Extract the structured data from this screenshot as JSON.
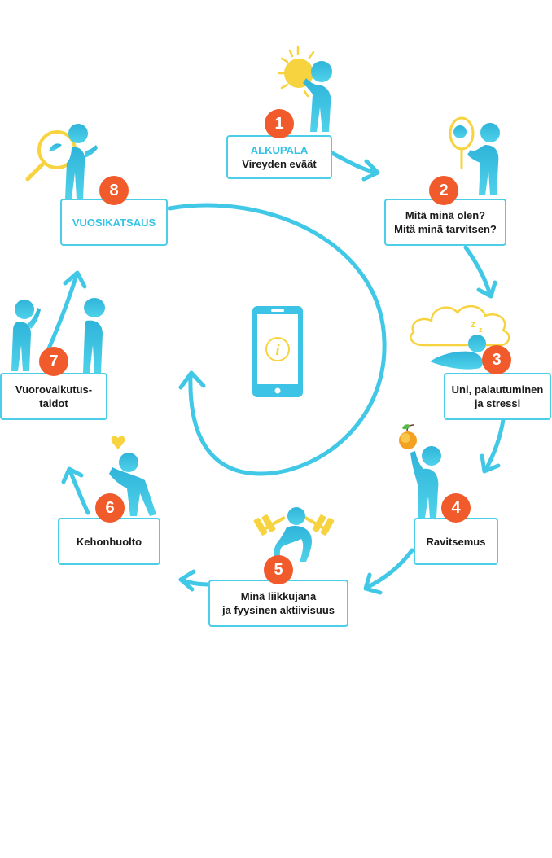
{
  "colors": {
    "accent": "#34c3e5",
    "figure": "#3bbfe0",
    "badge": "#f15a2b",
    "highlight": "#f6d33f",
    "text": "#1a1a1a"
  },
  "center": {
    "icon": "phone-info-icon",
    "glyph": "i"
  },
  "steps": [
    {
      "number": "1",
      "title": "ALKUPALA",
      "lines": [
        "Vireyden eväät"
      ],
      "icon": "sun-person-icon"
    },
    {
      "number": "2",
      "title": "",
      "lines": [
        "Mitä minä olen?",
        "Mitä minä tarvitsen?"
      ],
      "icon": "mirror-person-icon"
    },
    {
      "number": "3",
      "title": "",
      "lines": [
        "Uni, palautuminen",
        "ja stressi"
      ],
      "icon": "sleeping-person-icon"
    },
    {
      "number": "4",
      "title": "",
      "lines": [
        "Ravitsemus"
      ],
      "icon": "apple-person-icon"
    },
    {
      "number": "5",
      "title": "",
      "lines": [
        "Minä liikkujana",
        "ja fyysinen aktiivisuus"
      ],
      "icon": "dumbbell-person-icon"
    },
    {
      "number": "6",
      "title": "",
      "lines": [
        "Kehonhuolto"
      ],
      "icon": "stretching-person-icon"
    },
    {
      "number": "7",
      "title": "",
      "lines": [
        "Vuorovaikutus-",
        "taidot"
      ],
      "icon": "two-people-icon"
    },
    {
      "number": "8",
      "title": "VUOSIKATSAUS",
      "lines": [],
      "icon": "magnifier-person-icon"
    }
  ]
}
